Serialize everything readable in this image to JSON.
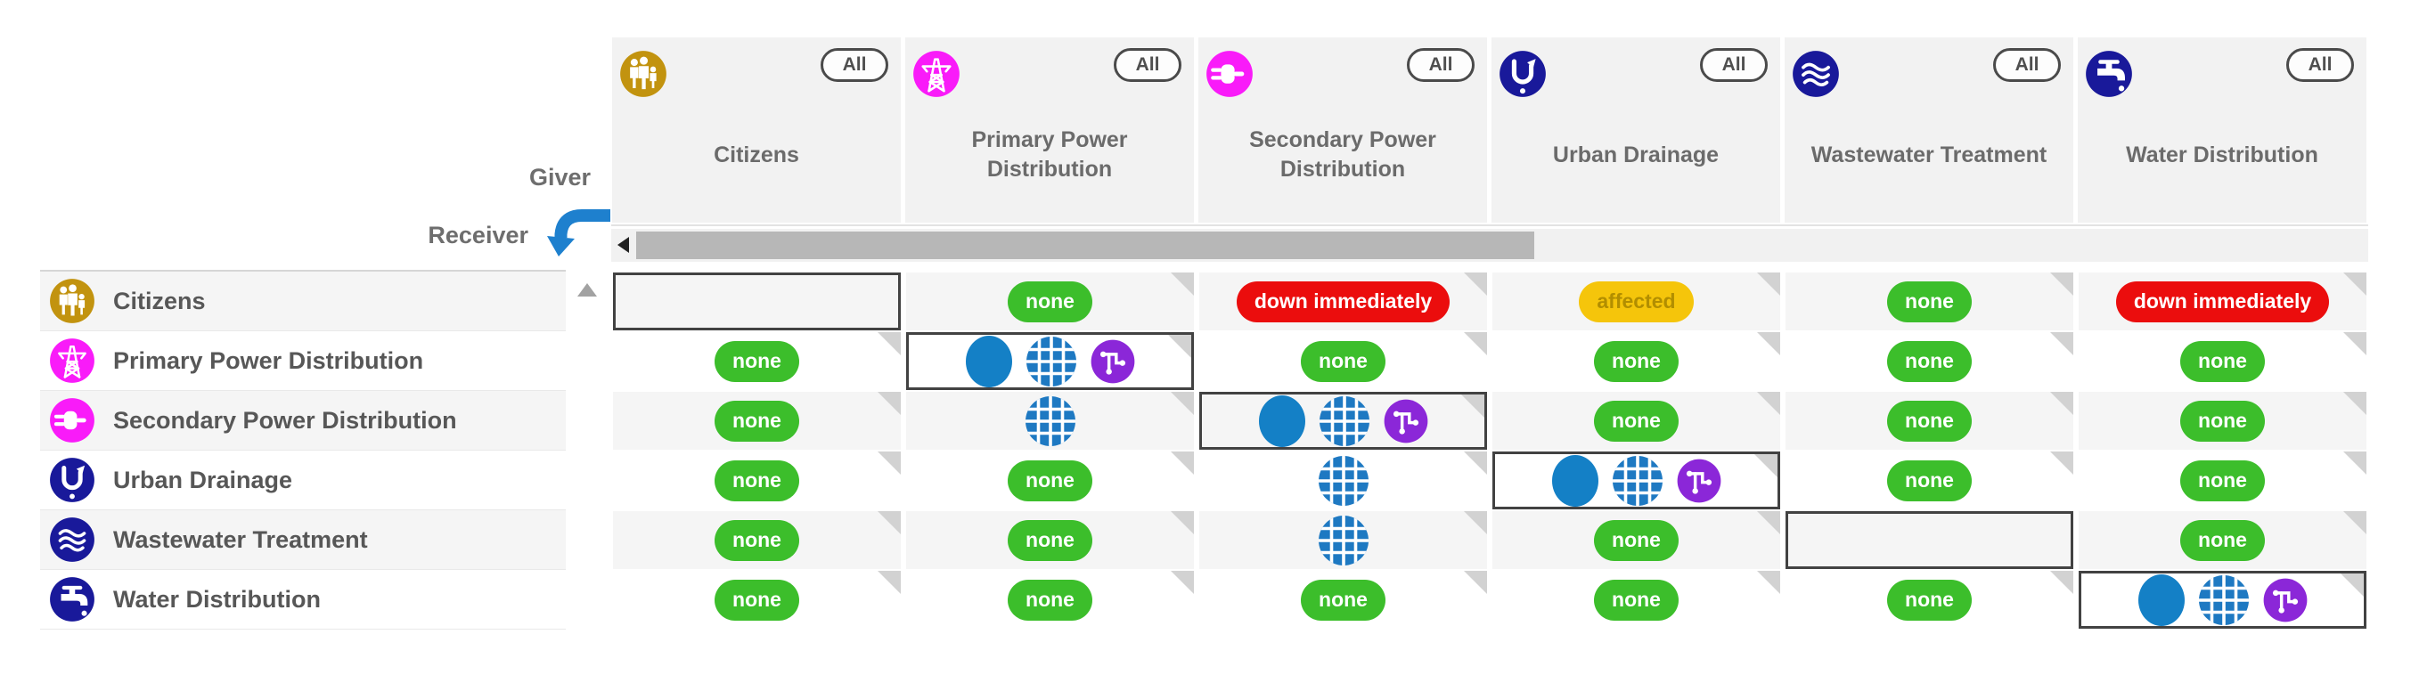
{
  "labels": {
    "giver": "Giver",
    "receiver": "Receiver",
    "all": "All"
  },
  "systems": [
    {
      "name": "Citizens",
      "slug": "citizens",
      "icon": "people-icon",
      "color": "#C2930F"
    },
    {
      "name": "Primary Power Distribution",
      "slug": "primary-power-distribution",
      "icon": "power-tower-icon",
      "color": "#F91BF9"
    },
    {
      "name": "Secondary Power Distribution",
      "slug": "secondary-power-distribution",
      "icon": "power-plug-icon",
      "color": "#F91BF9"
    },
    {
      "name": "Urban Drainage",
      "slug": "urban-drainage",
      "icon": "drain-pipe-icon",
      "color": "#19199A"
    },
    {
      "name": "Wastewater Treatment",
      "slug": "wastewater-treatment",
      "icon": "waves-icon",
      "color": "#19199A"
    },
    {
      "name": "Water Distribution",
      "slug": "water-distribution",
      "icon": "faucet-icon",
      "color": "#19199A"
    }
  ],
  "statuses": {
    "none": {
      "label": "none",
      "bg": "#3CBE2B",
      "fg": "#FFFFFF"
    },
    "down_immediately": {
      "label": "down immediately",
      "bg": "#EB0D0D",
      "fg": "#FFFFFF"
    },
    "affected": {
      "label": "affected",
      "bg": "#F5C50B",
      "fg": "#B28E00"
    }
  },
  "matrix": {
    "rows": [
      {
        "receiver": "Citizens",
        "cells": [
          "self_empty",
          "none",
          "down_immediately",
          "affected",
          "none",
          "down_immediately"
        ]
      },
      {
        "receiver": "Primary Power Distribution",
        "cells": [
          "none",
          "self_icons",
          "none",
          "none",
          "none",
          "none"
        ]
      },
      {
        "receiver": "Secondary Power Distribution",
        "cells": [
          "none",
          "globe",
          "self_icons",
          "none",
          "none",
          "none"
        ]
      },
      {
        "receiver": "Urban Drainage",
        "cells": [
          "none",
          "none",
          "globe",
          "self_icons",
          "none",
          "none"
        ]
      },
      {
        "receiver": "Wastewater Treatment",
        "cells": [
          "none",
          "none",
          "globe",
          "none",
          "self_empty",
          "none"
        ]
      },
      {
        "receiver": "Water Distribution",
        "cells": [
          "none",
          "none",
          "none",
          "none",
          "none",
          "self_icons"
        ]
      }
    ]
  },
  "cell_icons": {
    "self_icons": [
      "dependency-dot-icon",
      "distribution-globe-icon",
      "network-flow-icon"
    ],
    "globe": [
      "distribution-globe-icon"
    ]
  },
  "icon_colors": {
    "dependency_dot": "#1480C6",
    "distribution_globe": "#1E79C2",
    "network_flow": "#8B27D8",
    "receiver_arrow": "#1E80CE"
  },
  "ui_colors": {
    "row_stripe": "#F5F5F5",
    "header_bg": "#F2F2F2",
    "fold": "#D2D2D2",
    "self_border": "#424242"
  }
}
